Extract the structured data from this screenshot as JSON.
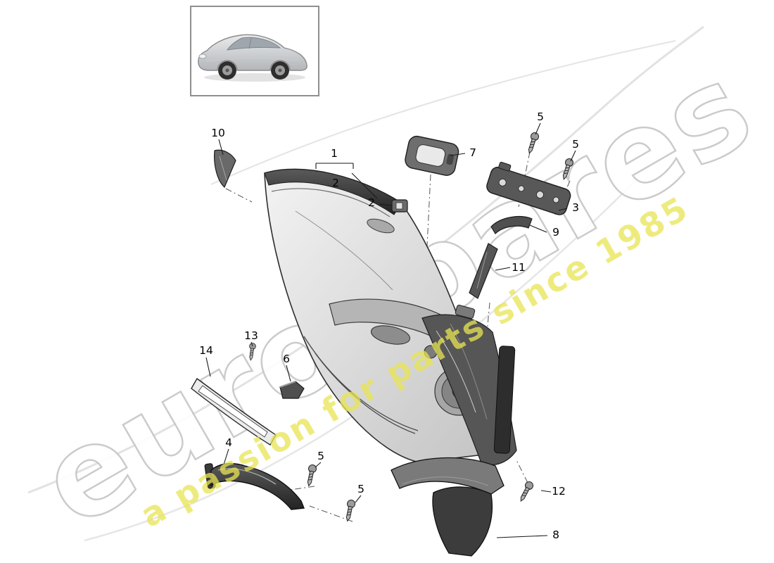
{
  "watermark": {
    "brand": "eurospares",
    "tagline": "a passion for parts since 1985",
    "brand_outline_color": "#c6c6c6",
    "tagline_color": "#e9e554"
  },
  "labels": [
    {
      "text": "10"
    },
    {
      "text": "1"
    },
    {
      "text": "2"
    },
    {
      "text": "7"
    },
    {
      "text": "5"
    },
    {
      "text": "5"
    },
    {
      "text": "3"
    },
    {
      "text": "9"
    },
    {
      "text": "11"
    },
    {
      "text": "2"
    },
    {
      "text": "13"
    },
    {
      "text": "14"
    },
    {
      "text": "6"
    },
    {
      "text": "4"
    },
    {
      "text": "5"
    },
    {
      "text": "5"
    },
    {
      "text": "12"
    },
    {
      "text": "8"
    }
  ]
}
